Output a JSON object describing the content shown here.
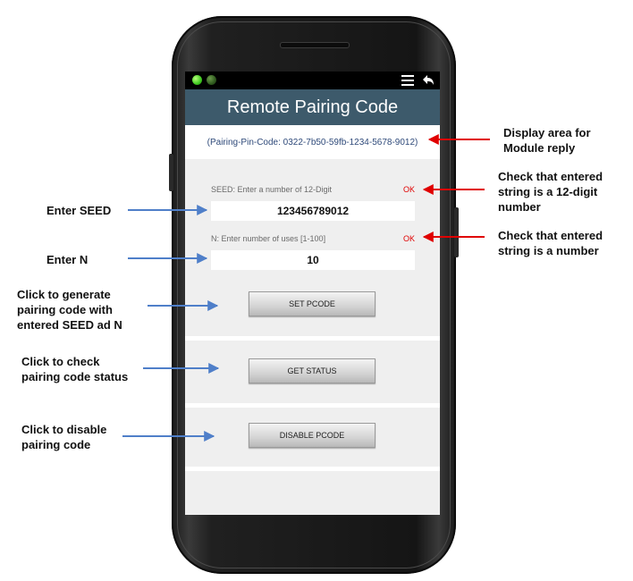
{
  "screen": {
    "title": "Remote Pairing Code",
    "reply_text": "(Pairing-Pin-Code: 0322-7b50-59fb-1234-5678-9012)",
    "seed": {
      "label": "SEED: Enter a number of 12-Digit",
      "value": "123456789012",
      "status": "OK"
    },
    "n": {
      "label": "N: Enter number of uses [1-100]",
      "value": "10",
      "status": "OK"
    },
    "buttons": {
      "set_pcode": "SET PCODE",
      "get_status": "GET STATUS",
      "disable_pcode": "DISABLE PCODE"
    },
    "icons": [
      "green-led-icon",
      "menu-icon",
      "back-arrow-icon"
    ]
  },
  "annotations": {
    "enter_seed": "Enter SEED",
    "enter_n": "Enter  N",
    "set_pcode": [
      "Click to generate",
      "pairing code with",
      "entered SEED ad N"
    ],
    "get_status": [
      "Click to check",
      "pairing code status"
    ],
    "disable": [
      "Click to disable",
      "pairing code"
    ],
    "display_area": [
      "Display area for",
      "Module reply"
    ],
    "check_seed": [
      "Check that entered",
      "string is a 12-digit",
      "number"
    ],
    "check_n": [
      "Check that entered",
      "string is a number"
    ]
  },
  "colors": {
    "title_bar": "#3d5a6b",
    "reply_text": "#2f4a7a",
    "ok": "#e00000",
    "blue_arrow": "#4f7fc9",
    "red_arrow": "#e00000"
  }
}
